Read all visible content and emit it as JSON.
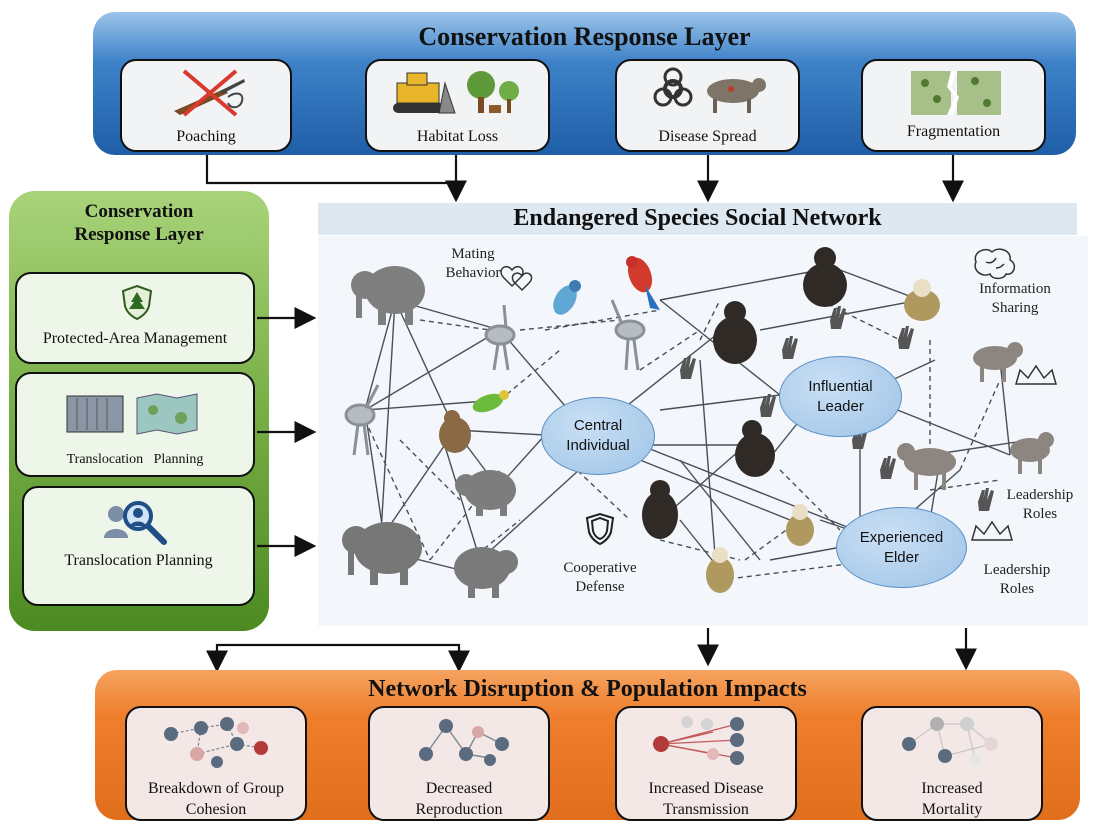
{
  "top_panel": {
    "title": "Conservation Response Layer",
    "cards": [
      {
        "label": "Poaching",
        "icon": "crossed-rifle-icon"
      },
      {
        "label": "Habitat Loss",
        "icon": "bulldozer-trees-icon"
      },
      {
        "label": "Disease Spread",
        "icon": "biohazard-animal-icon"
      },
      {
        "label": "Fragmentation",
        "icon": "fragmented-map-icon"
      }
    ]
  },
  "left_panel": {
    "title_line1": "Conservation",
    "title_line2": "Response Layer",
    "cards": [
      {
        "label": "Protected-Area Management",
        "icon": "shield-tree-icon"
      },
      {
        "label": "Translocation   Planning",
        "icon": "container-map-icon"
      },
      {
        "label": "Translocation Planning",
        "icon": "people-magnifier-icon"
      }
    ]
  },
  "network": {
    "title": "Endangered Species Social Network",
    "nodes": {
      "central": [
        "Central",
        "Individual"
      ],
      "leader": [
        "Influential",
        "Leader"
      ],
      "elder": [
        "Experienced",
        "Elder"
      ]
    },
    "annotations": {
      "mating": [
        "Mating",
        "Behavior"
      ],
      "information": [
        "Information",
        "Sharing"
      ],
      "leadership_upper": [
        "Leadership",
        "Roles"
      ],
      "leadership_lower": [
        "Leadership",
        "Roles"
      ],
      "defense": [
        "Cooperative",
        "Defense"
      ]
    }
  },
  "bottom_panel": {
    "title": "Network Disruption & Population Impacts",
    "cards": [
      {
        "line1": "Breakdown of Group",
        "line2": "Cohesion",
        "icon": "broken-network-icon"
      },
      {
        "line1": "Decreased",
        "line2": "Reproduction",
        "icon": "tree-network-icon"
      },
      {
        "line1": "Increased Disease",
        "line2": "Transmission",
        "icon": "spread-network-icon"
      },
      {
        "line1": "Increased",
        "line2": "Mortality",
        "icon": "faded-network-icon"
      }
    ]
  },
  "colors": {
    "top_panel": "#2e6fb8",
    "left_panel": "#7cb24a",
    "bottom_panel": "#ef7f2d",
    "node_fill": "#a8cdee",
    "network_title_bg": "#dfe9f2"
  }
}
